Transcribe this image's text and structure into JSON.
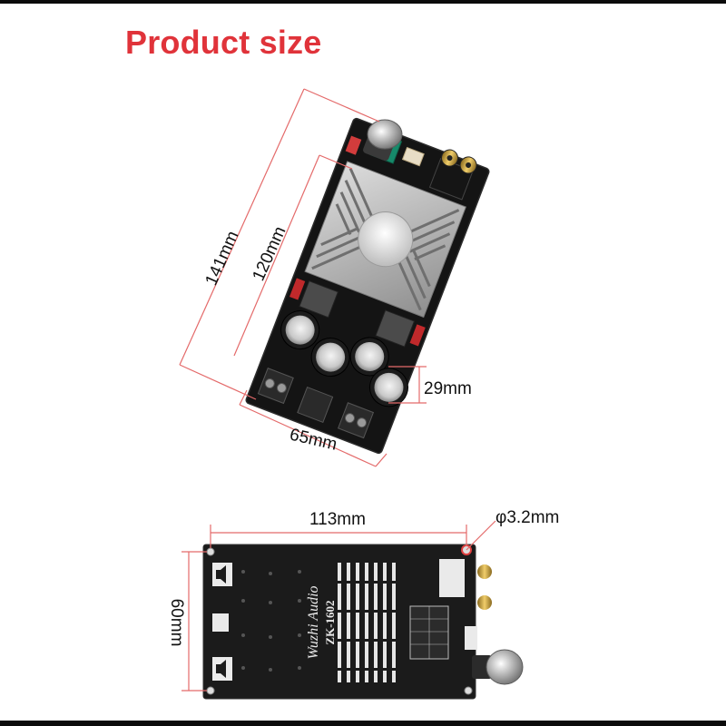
{
  "header": {
    "title": "Product size"
  },
  "top_view": {
    "dimensions": {
      "length_outer": "141mm",
      "length_inner": "120mm",
      "capacitor_height": "29mm",
      "width": "65mm"
    }
  },
  "bottom_view": {
    "dimensions": {
      "hole_spacing": "113mm",
      "hole_diameter": "φ3.2mm",
      "board_height": "60mm"
    },
    "silkscreen": {
      "brand": "Wuzhi Audio",
      "model": "ZK-1602"
    }
  },
  "colors": {
    "title": "#e0333a",
    "dimension_lines": "#e46a6a",
    "board": "#1b1b1b"
  }
}
